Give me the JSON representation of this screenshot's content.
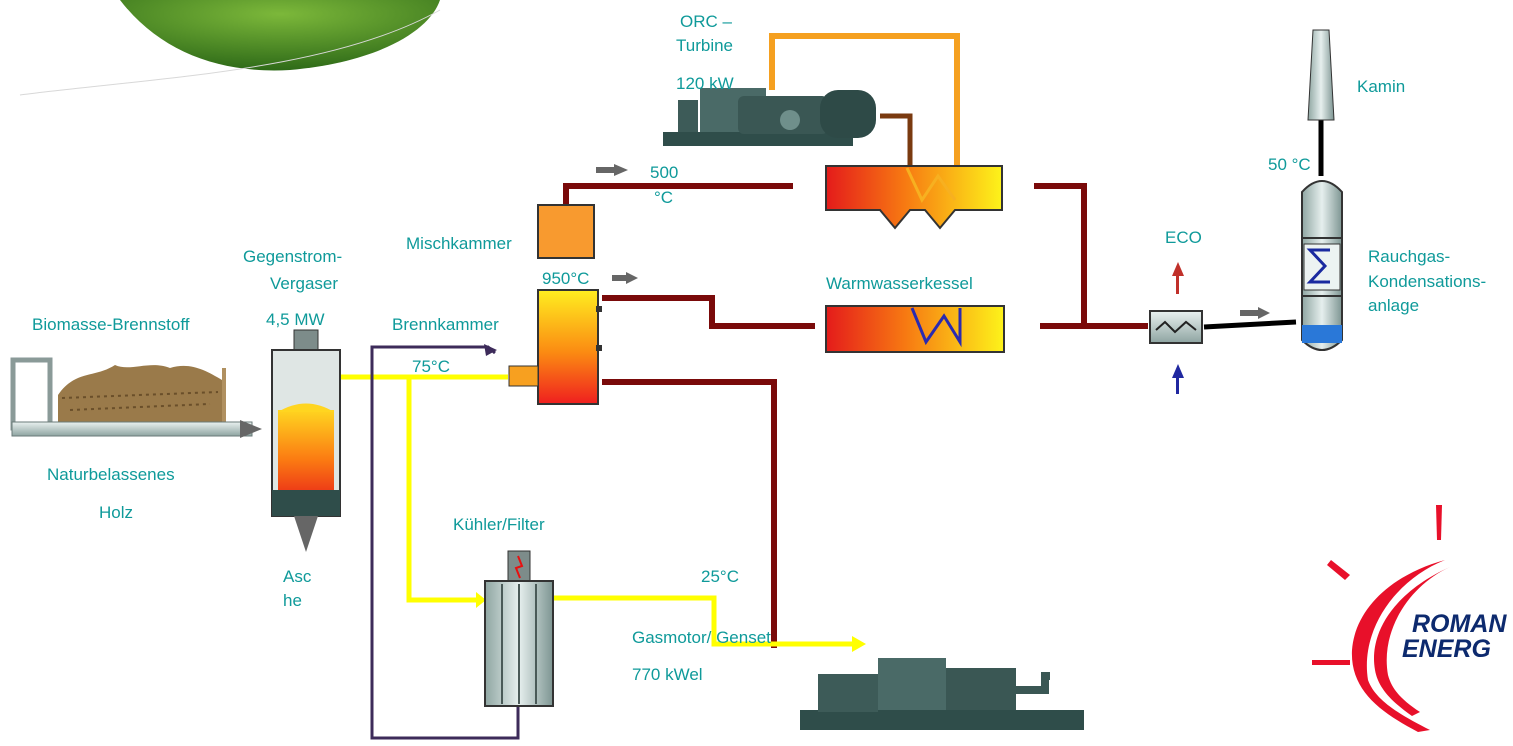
{
  "labels": {
    "orc_1": "ORC –",
    "orc_2": "Turbine",
    "orc_power": "120 kW",
    "kamin": "Kamin",
    "temp_500_1": "500",
    "temp_500_2": "°C",
    "temp_50": "50 °C",
    "eco": "ECO",
    "mischkammer": "Mischkammer",
    "gegen_1": "Gegenstrom-",
    "gegen_2": "Vergaser",
    "gegen_power": "4,5 MW",
    "temp_950": "950°C",
    "warmwasser": "Warmwasserkessel",
    "rauchgas_1": "Rauchgas-",
    "rauchgas_2": "Kondensations-",
    "rauchgas_3": "anlage",
    "biomasse": "Biomasse-Brennstoff",
    "brennkammer": "Brennkammer",
    "temp_75": "75°C",
    "natur_1": "Naturbelassenes",
    "natur_2": "Holz",
    "kuehler": "Kühler/Filter",
    "asche_1": "Asc",
    "asche_2": "he",
    "temp_25": "25°C",
    "gasmotor": "Gasmotor/ Genset",
    "gasmotor_power": "770 kWel"
  },
  "logo": {
    "line1": "ROMAN",
    "line2": "ENERG"
  },
  "colors": {
    "label": "#0f9a9a",
    "flue_gas": "#7a0a0a",
    "syngas": "#ffff00",
    "return_line": "#3d2b5a",
    "orc_loop": "#f5a020",
    "orc_return": "#7a3a10",
    "logo_red": "#e8102a",
    "logo_blue": "#0d2a6e"
  }
}
